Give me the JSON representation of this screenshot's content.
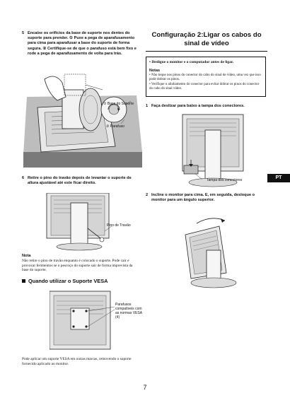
{
  "left": {
    "step5": {
      "number": "5",
      "text": "Encaixe os orifícios da base de suporte nos dentes do suporte para prender. ① Puxe a pega de aparafusamento para cima para aparafusar a base do suporte de forma segura. ② Certifique-se de que o parafuso está bem fixo e rode a pega de aparafusamento de volta para trás."
    },
    "fig1": {
      "callout_base": "① Base do Suporte",
      "callout_screw": "② Parafuso"
    },
    "step6": {
      "number": "6",
      "text": "Retire o pino do travão depois de levantar o suporte de altura ajustável até este ficar direito."
    },
    "fig2": {
      "callout_pin": "Pino de Travão"
    },
    "note": {
      "title": "Nota",
      "text": "Não retire o pino de travão enquanto é colocado o suporte. Pode cair e provocar ferimentos se o pescoço do suporte sair de forma imprevista da base do suporte."
    },
    "vesa": {
      "heading": "Quando utilizar o Suporte VESA",
      "fig_callout": "Parafusos compatíveis com as normas VESA (4)",
      "text": "Pode aplicar um suporte VESA em outras marcas, removendo o suporte fornecido aplicado ao monitor."
    }
  },
  "right": {
    "title_line1": "Configuração 2:Ligar os cabos do",
    "title_line2": "sinal de vídeo",
    "box": {
      "bullet": "Desligue o monitor e o computador antes de ligar.",
      "notes_title": "Notas",
      "notes": [
        "Não toque nos pinos do conector do cabo do sinal de vídeo, uma vez que isso pode dobrar os pinos.",
        "Verifique o alinhamento do conector para evitar dobrar os pinos do conector do cabo do sinal vídeo."
      ]
    },
    "step1": {
      "number": "1",
      "text": "Faça deslizar para baixo a tampa dos conectores."
    },
    "fig3": {
      "callout_cover": "Tampa dos conectores"
    },
    "step2": {
      "number": "2",
      "text": "Incline o monitor para cima. E, em seguida, desloque o monitor para um ângulo superior."
    },
    "lang_tab": "PT"
  },
  "page_number": "7"
}
